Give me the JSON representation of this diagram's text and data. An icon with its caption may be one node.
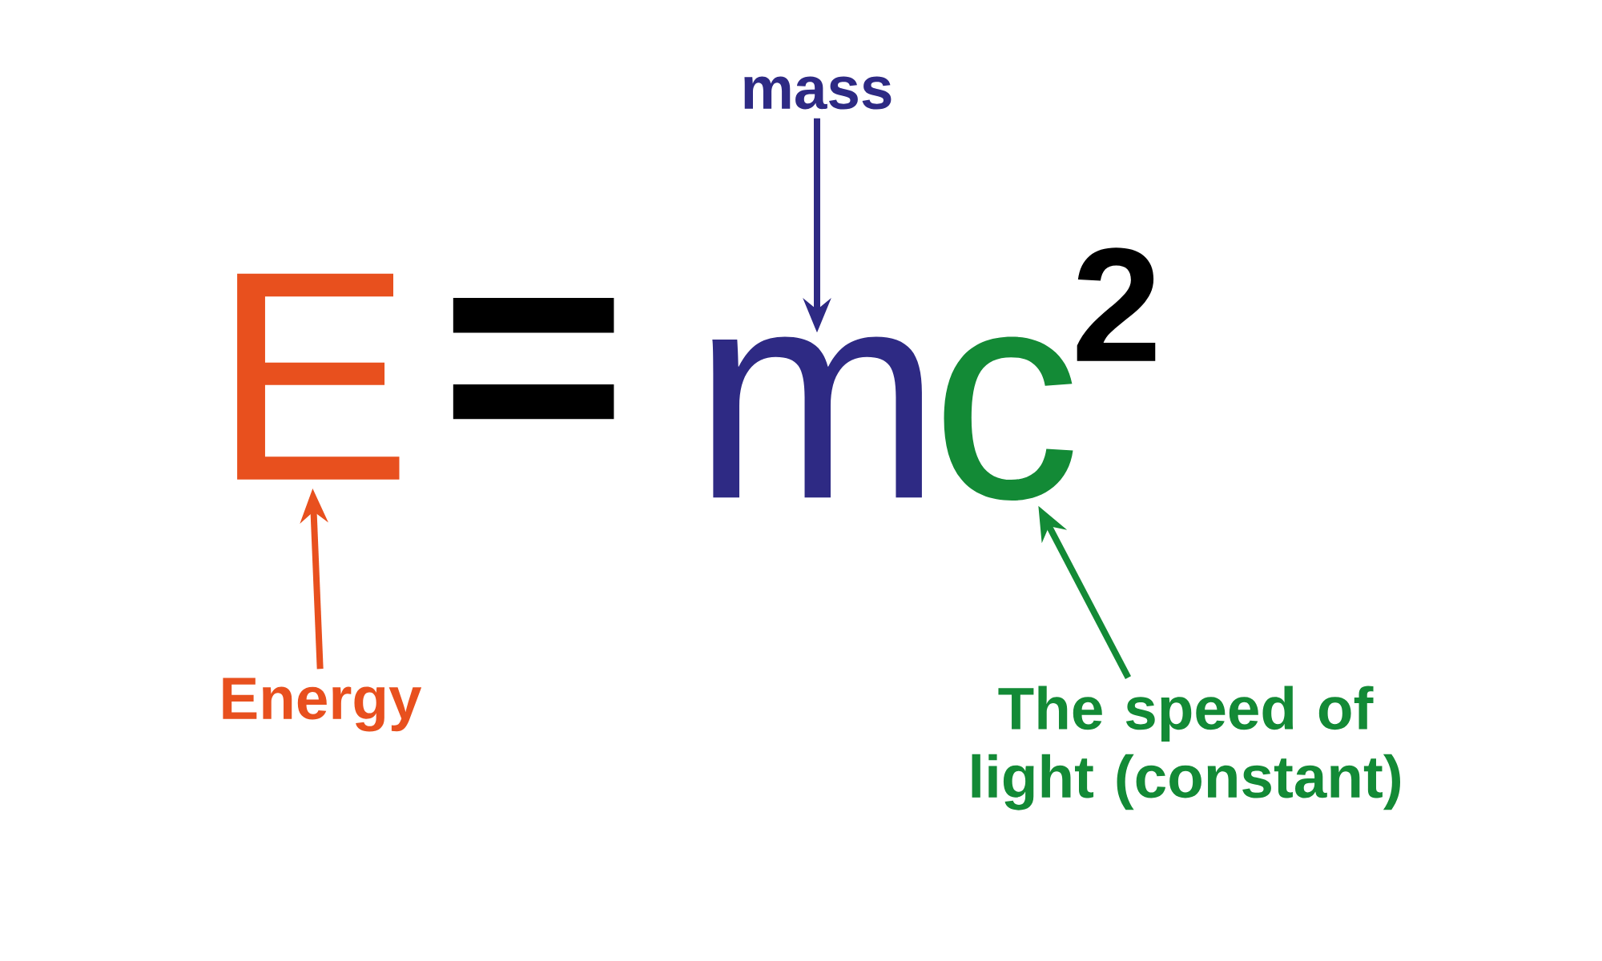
{
  "diagram": {
    "nodes": [
      {
        "text": [
          "mass"
        ]
      },
      {
        "text": [
          "E"
        ]
      },
      {
        "text": [
          "m"
        ]
      },
      {
        "text": [
          "c"
        ]
      },
      {
        "text": [
          "Energy"
        ]
      },
      {
        "text": [
          "The speed of light (constant)"
        ]
      }
    ],
    "edges": [
      {
        "from": 4,
        "to": 1,
        "arrow": "to",
        "color": "#e8501e"
      },
      {
        "from": 0,
        "to": 2,
        "arrow": "to",
        "color": "#2e2a84"
      },
      {
        "from": 5,
        "to": 3,
        "arrow": "to",
        "color": "#138a36"
      }
    ],
    "labels": [
      "=",
      "2"
    ]
  }
}
